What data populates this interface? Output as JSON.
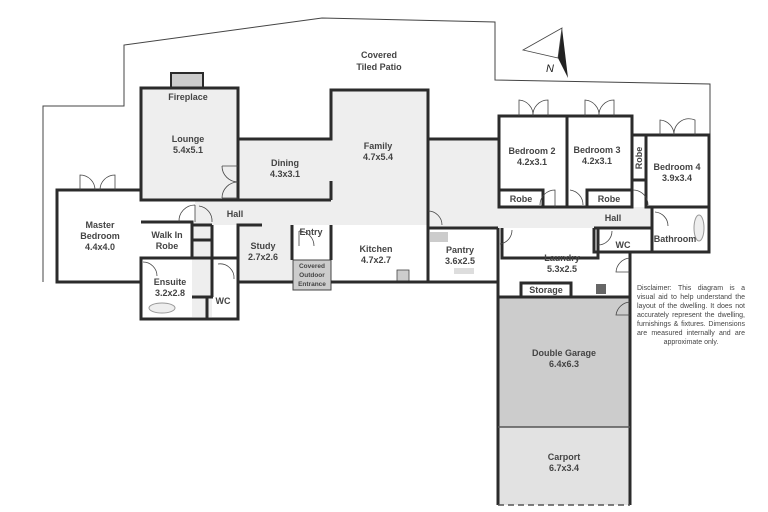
{
  "title": "Floor plan",
  "colors": {
    "wall": "#2b2b2b",
    "interior_fill": "#eeeeee",
    "garage_fill": "#cccccc",
    "carport_fill": "#e2e2e2",
    "text": "#444444"
  },
  "rooms": {
    "patio": {
      "name": "Covered",
      "name2": "Tiled Patio"
    },
    "fireplace": {
      "name": "Fireplace"
    },
    "lounge": {
      "name": "Lounge",
      "size": "5.4x5.1"
    },
    "dining": {
      "name": "Dining",
      "size": "4.3x3.1"
    },
    "family": {
      "name": "Family",
      "size": "4.7x5.4"
    },
    "master": {
      "name": "Master",
      "name2": "Bedroom",
      "size": "4.4x4.0"
    },
    "walkin": {
      "name": "Walk In",
      "name2": "Robe"
    },
    "hall_left": {
      "name": "Hall"
    },
    "study": {
      "name": "Study",
      "size": "2.7x2.6"
    },
    "entry": {
      "name": "Entry"
    },
    "covered_entrance": {
      "name": "Covered",
      "name2": "Outdoor",
      "name3": "Entrance"
    },
    "kitchen": {
      "name": "Kitchen",
      "size": "4.7x2.7"
    },
    "ensuite": {
      "name": "Ensuite",
      "size": "3.2x2.8"
    },
    "wc_left": {
      "name": "WC"
    },
    "pantry": {
      "name": "Pantry",
      "size": "3.6x2.5"
    },
    "bedroom2": {
      "name": "Bedroom 2",
      "size": "4.2x3.1"
    },
    "bedroom3": {
      "name": "Bedroom 3",
      "size": "4.2x3.1"
    },
    "bedroom4": {
      "name": "Bedroom 4",
      "size": "3.9x3.4"
    },
    "robe2": {
      "name": "Robe"
    },
    "robe3": {
      "name": "Robe"
    },
    "robe4": {
      "name": "Robe"
    },
    "hall_right": {
      "name": "Hall"
    },
    "wc_right": {
      "name": "WC"
    },
    "bathroom": {
      "name": "Bathroom"
    },
    "laundry": {
      "name": "Laundry",
      "size": "5.3x2.5"
    },
    "storage": {
      "name": "Storage"
    },
    "garage": {
      "name": "Double Garage",
      "size": "6.4x6.3"
    },
    "carport": {
      "name": "Carport",
      "size": "6.7x3.4"
    }
  },
  "compass": {
    "label": "N",
    "icon": "north-arrow-icon"
  },
  "disclaimer": "Disclaimer: This diagram is a visual aid to help understand the layout of the dwelling. It does not accurately represent the dwelling, furnishings & fixtures. Dimensions are measured internally and are approximate only."
}
